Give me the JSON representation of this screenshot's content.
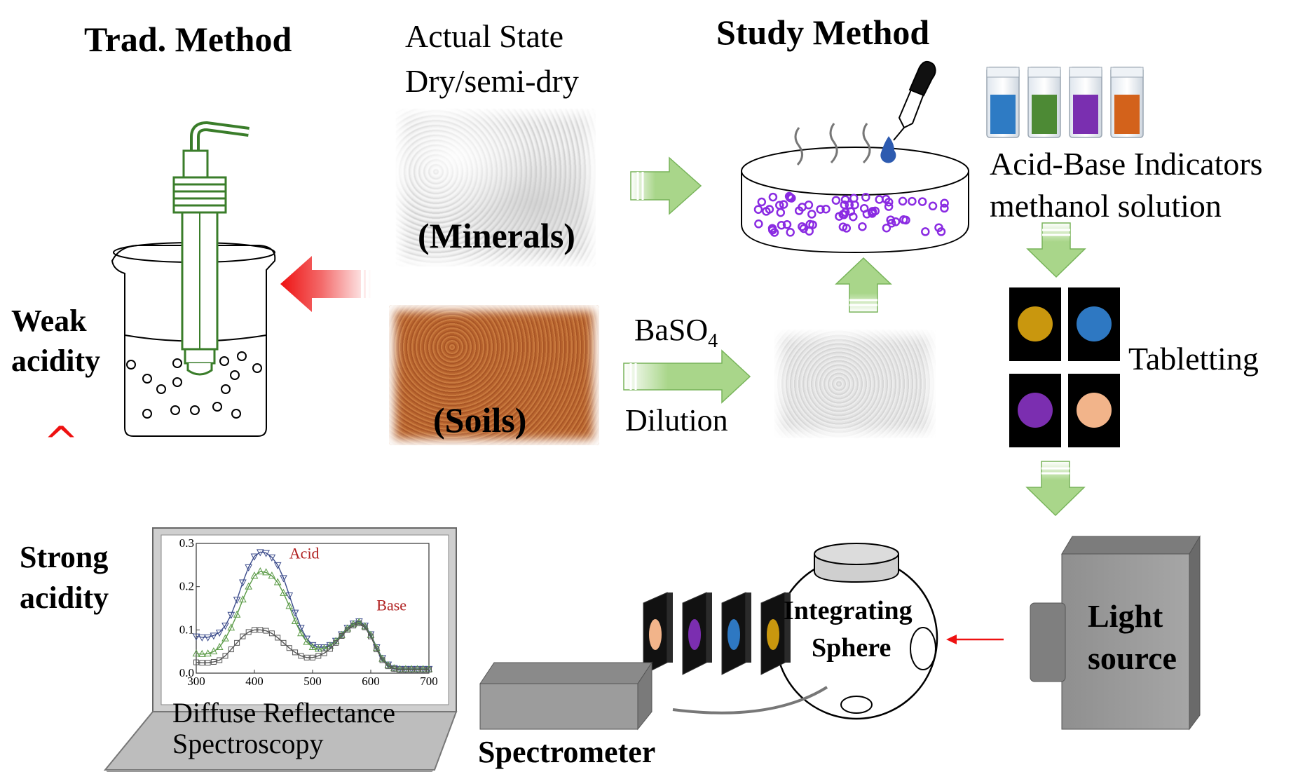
{
  "labels": {
    "trad_method": "Trad. Method",
    "actual_state_line1": "Actual State",
    "actual_state_line2": "Dry/semi-dry",
    "study_method": "Study Method",
    "minerals": "(Minerals)",
    "soils": "(Soils)",
    "weak_acidity_line1": "Weak",
    "weak_acidity_line2": "acidity",
    "strong_acidity_line1": "Strong",
    "strong_acidity_line2": "acidity",
    "baso4_base": "BaSO",
    "baso4_sub": "4",
    "dilution": "Dilution",
    "indicators_line1": "Acid-Base Indicators",
    "indicators_line2": "methanol solution",
    "tabletting": "Tabletting",
    "integrating_line1": "Integrating",
    "integrating_line2": "Sphere",
    "light_line1": "Light",
    "light_line2": "source",
    "spectrometer": "Spectrometer",
    "drs_line1": "Diffuse Reflectance",
    "drs_line2": "Spectroscopy",
    "caret": "^"
  },
  "colors": {
    "beaker_electrode": "#3a7d2a",
    "arrow_green": "#a9d68a",
    "arrow_green_edge": "#78b45a",
    "arrow_red": "#ee1111",
    "dish_particles": "#8a2be2",
    "tube_colors": [
      "#2e7bc4",
      "#4d8a35",
      "#7a2fb0",
      "#d3621b"
    ],
    "tablet_colors": [
      "#c9970e",
      "#2e78c2",
      "#7b2eb0",
      "#f2b48a"
    ],
    "series_acid": "#3a4a8a",
    "series_mid": "#5a9a46",
    "series_base": "#555555",
    "annot_red": "#b02020"
  },
  "chart_data": {
    "type": "line",
    "x": [
      300,
      310,
      320,
      330,
      340,
      350,
      360,
      370,
      380,
      390,
      400,
      410,
      420,
      430,
      440,
      450,
      460,
      470,
      480,
      490,
      500,
      510,
      520,
      530,
      540,
      550,
      560,
      570,
      580,
      590,
      600,
      610,
      620,
      630,
      640,
      650,
      660,
      670,
      680,
      690,
      700
    ],
    "series": [
      {
        "values": [
          0.085,
          0.083,
          0.083,
          0.087,
          0.094,
          0.11,
          0.135,
          0.17,
          0.21,
          0.245,
          0.27,
          0.28,
          0.278,
          0.268,
          0.25,
          0.22,
          0.18,
          0.14,
          0.105,
          0.08,
          0.065,
          0.06,
          0.06,
          0.065,
          0.075,
          0.09,
          0.105,
          0.115,
          0.12,
          0.11,
          0.09,
          0.06,
          0.035,
          0.02,
          0.012,
          0.01,
          0.01,
          0.01,
          0.01,
          0.01,
          0.01
        ]
      },
      {
        "values": [
          0.045,
          0.044,
          0.045,
          0.05,
          0.06,
          0.08,
          0.105,
          0.135,
          0.17,
          0.2,
          0.225,
          0.235,
          0.233,
          0.225,
          0.21,
          0.185,
          0.155,
          0.12,
          0.092,
          0.072,
          0.06,
          0.056,
          0.057,
          0.063,
          0.074,
          0.088,
          0.103,
          0.113,
          0.118,
          0.108,
          0.088,
          0.058,
          0.033,
          0.018,
          0.011,
          0.009,
          0.009,
          0.009,
          0.009,
          0.009,
          0.009
        ]
      },
      {
        "values": [
          0.025,
          0.024,
          0.024,
          0.026,
          0.03,
          0.04,
          0.055,
          0.07,
          0.085,
          0.095,
          0.1,
          0.1,
          0.098,
          0.092,
          0.082,
          0.07,
          0.058,
          0.048,
          0.04,
          0.036,
          0.036,
          0.04,
          0.046,
          0.056,
          0.07,
          0.086,
          0.1,
          0.11,
          0.115,
          0.106,
          0.085,
          0.055,
          0.03,
          0.016,
          0.01,
          0.008,
          0.008,
          0.008,
          0.008,
          0.008,
          0.008
        ]
      }
    ],
    "annotations": [
      "Acid",
      "Base"
    ],
    "xticks": [
      "300",
      "400",
      "500",
      "600",
      "700"
    ],
    "yticks": [
      "0.0",
      "0.1",
      "0.2",
      "0.3"
    ],
    "xlim": [
      300,
      700
    ],
    "ylim": [
      0,
      0.3
    ]
  }
}
